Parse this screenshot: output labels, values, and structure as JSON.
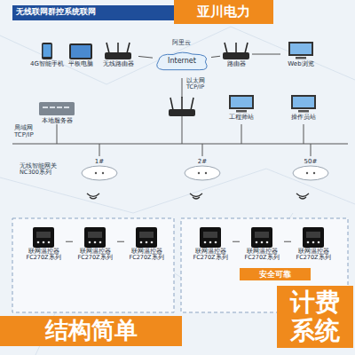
{
  "diagram": {
    "title": "无线联网群控系统联网",
    "nodes": [
      {
        "text": [
          "4G智能手机"
        ]
      },
      {
        "text": [
          "平板电脑"
        ]
      },
      {
        "text": [
          "无线路由器"
        ]
      },
      {
        "text": [
          "Internet"
        ]
      },
      {
        "text": [
          "路由器"
        ]
      },
      {
        "text": [
          "Web浏览"
        ]
      },
      {
        "text": [
          "本地服务器"
        ]
      },
      {
        "text": [
          "工程师站"
        ]
      },
      {
        "text": [
          "操作员站"
        ]
      },
      {
        "text": [
          "1#"
        ]
      },
      {
        "text": [
          "2#"
        ]
      },
      {
        "text": [
          "50#"
        ]
      },
      {
        "text": [
          "联网温控器 FC270Z系列"
        ]
      },
      {
        "text": [
          "联网温控器 FC270Z系列"
        ]
      },
      {
        "text": [
          "联网温控器 FC270Z系列"
        ]
      },
      {
        "text": [
          "联网温控器 FC270Z系列"
        ]
      },
      {
        "text": [
          "联网温控器 FC270Z系列"
        ]
      },
      {
        "text": [
          "联网温控器 FC270Z系列"
        ]
      },
      {
        "text": [
          "亚川电力"
        ]
      },
      {
        "text": [
          "安全可靠"
        ]
      },
      {
        "text": [
          "结构简单"
        ]
      },
      {
        "text": [
          "计费系统"
        ]
      }
    ],
    "edges": [
      {
        "from": 2,
        "to": 3,
        "arrow": "none"
      },
      {
        "from": 3,
        "to": 4,
        "arrow": "none"
      },
      {
        "from": 4,
        "to": 5,
        "arrow": "none"
      },
      {
        "from": 12,
        "to": 13,
        "arrow": "none"
      },
      {
        "from": 13,
        "to": 14,
        "arrow": "none"
      },
      {
        "from": 15,
        "to": 16,
        "arrow": "none"
      },
      {
        "from": 16,
        "to": 17,
        "arrow": "none"
      }
    ],
    "labels": [
      "阿里云",
      "以太网 TCP/IP",
      "局域网 TCP/IP",
      "无线智能网关 NC300系列"
    ]
  }
}
